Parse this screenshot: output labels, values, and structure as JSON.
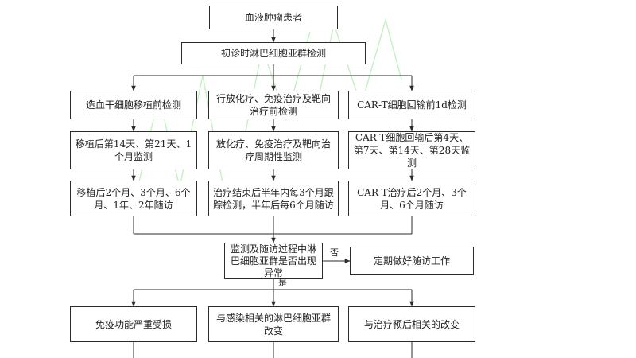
{
  "nodes": {
    "patient": "血液肿瘤患者",
    "initial_test": "初诊时淋巴细胞亚群检测",
    "hsct_pre": "造血干细胞移植前检测",
    "chemo_pre": "行放化疗、免疫治疗及靶向治疗前检测",
    "cart_pre": "CAR-T细胞回输前1d检测",
    "hsct_monitor": "移植后第14天、第21天、1个月监测",
    "chemo_monitor": "放化疗、免疫治疗及靶向治疗周期性监测",
    "cart_monitor": "CAR-T细胞回输后第4天、第7天、第14天、第28天监测",
    "hsct_followup": "移植后2个月、3个月、6个月、1年、2年随访",
    "chemo_followup": "治疗结束后半年内每3个月跟踪检测，半年后每6个月随访",
    "cart_followup": "CAR-T治疗后2个月、3个月、6个月随访",
    "abnormal_check": "监测及随访过程中淋巴细胞亚群是否出现异常",
    "regular_followup": "定期做好随访工作",
    "immune_damage": "免疫功能严重受损",
    "infection_change": "与感染相关的淋巴细胞亚群改变",
    "prognosis_change": "与治疗预后相关的改变"
  },
  "edge_labels": {
    "no": "否",
    "yes": "是"
  },
  "colors": {
    "line": "#2b2b2b",
    "watermark": "#7ee07a"
  }
}
